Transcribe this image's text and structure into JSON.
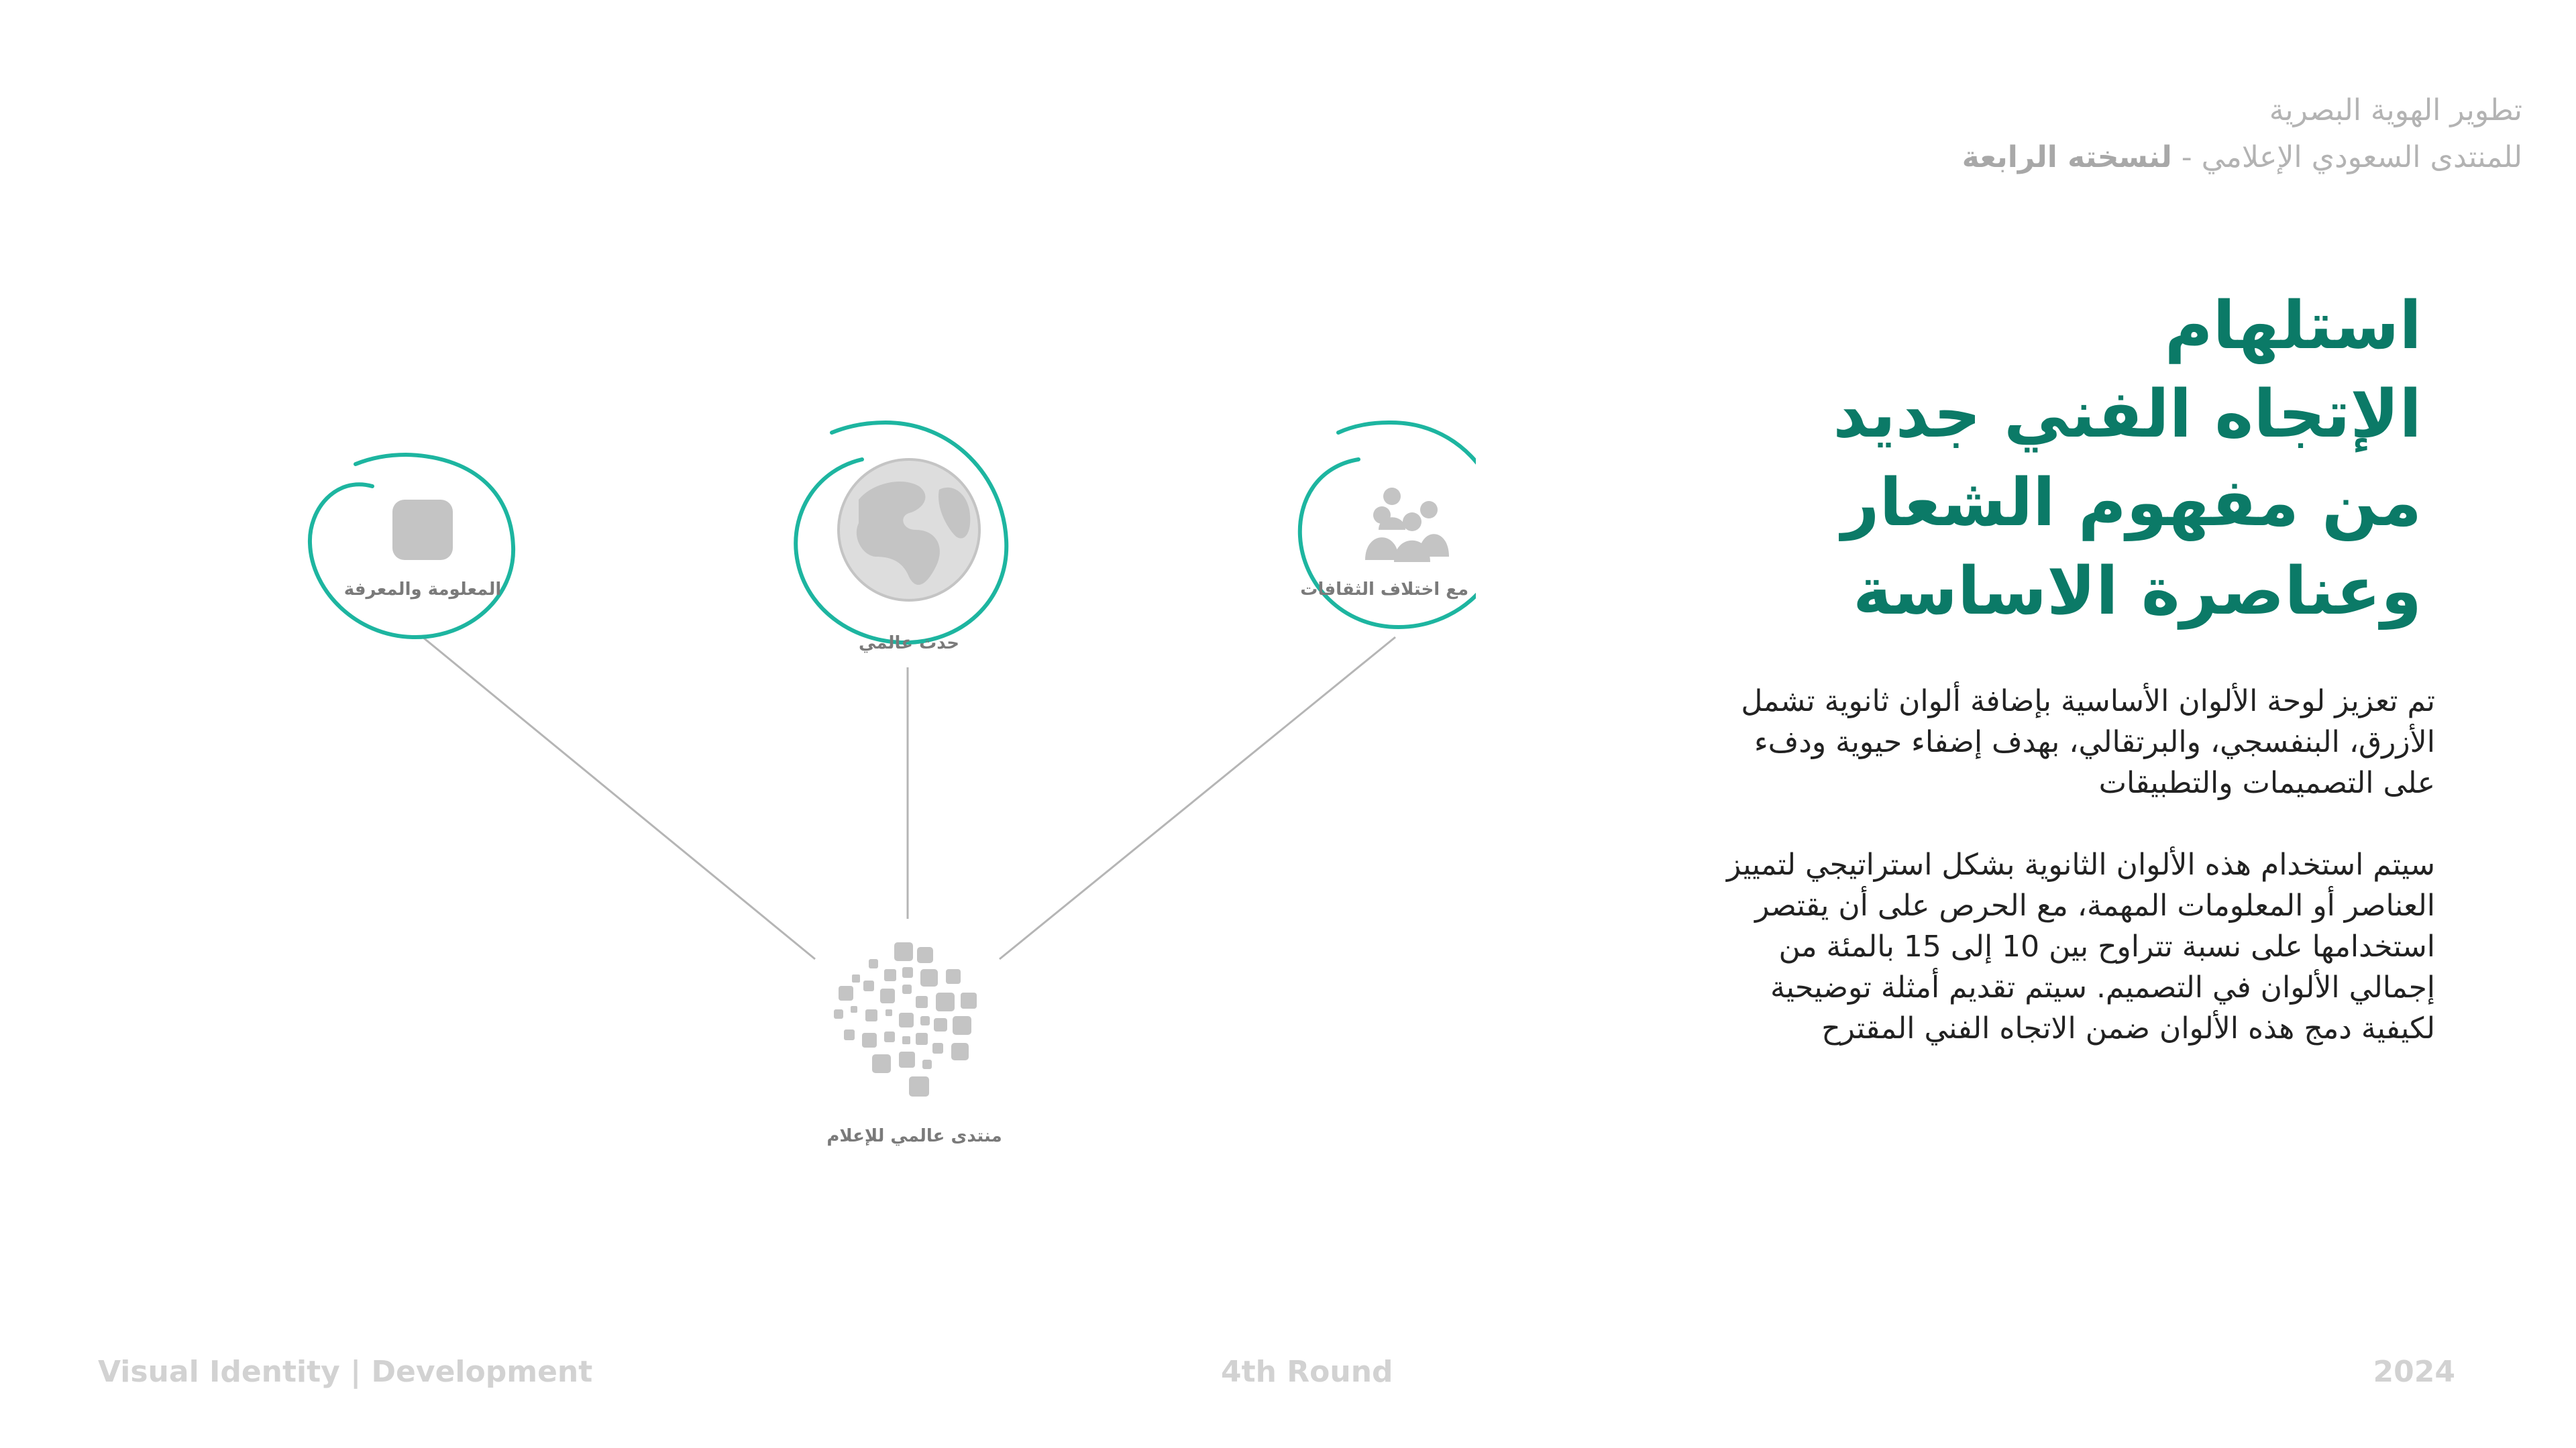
{
  "header": {
    "line1": "تطوير الهوية البصرية",
    "line2_prefix": "للمنتدى السعودي الإعلامي - ",
    "line2_bold": "لنسخته الرابعة"
  },
  "heading": {
    "line1": "استلهام",
    "line2": "الإتجاه الفني جديد",
    "line3": "من مفهوم الشعار",
    "line4": "وعناصرة الاساسة"
  },
  "body": {
    "paragraph1": "تم تعزيز لوحة الألوان الأساسية بإضافة ألوان ثانوية تشمل الأزرق، البنفسجي، والبرتقالي، بهدف إضفاء حيوية ودفء على التصميمات والتطبيقات",
    "paragraph2": "سيتم استخدام هذه الألوان الثانوية بشكل استراتيجي لتمييز العناصر أو المعلومات المهمة، مع الحرص على أن يقتصر استخدامها على نسبة تتراوح بين 10 إلى 15 بالمئة من إجمالي الألوان في التصميم. سيتم تقديم أمثلة توضيحية لكيفية دمج هذه الألوان ضمن الاتجاه الفني المقترح"
  },
  "diagram": {
    "node_knowledge": "المعلومة والمعرفة",
    "node_global_event": "حدث عالمي",
    "node_cultures": "تجمع مع اختلاف الثقافات",
    "node_forum": "منتدى عالمي للإعلام",
    "accent_color": "#1db5a0",
    "icon_color": "#c4c4c4"
  },
  "footer": {
    "left": "Visual Identity | Development",
    "center": "4th Round",
    "right": "2024"
  }
}
